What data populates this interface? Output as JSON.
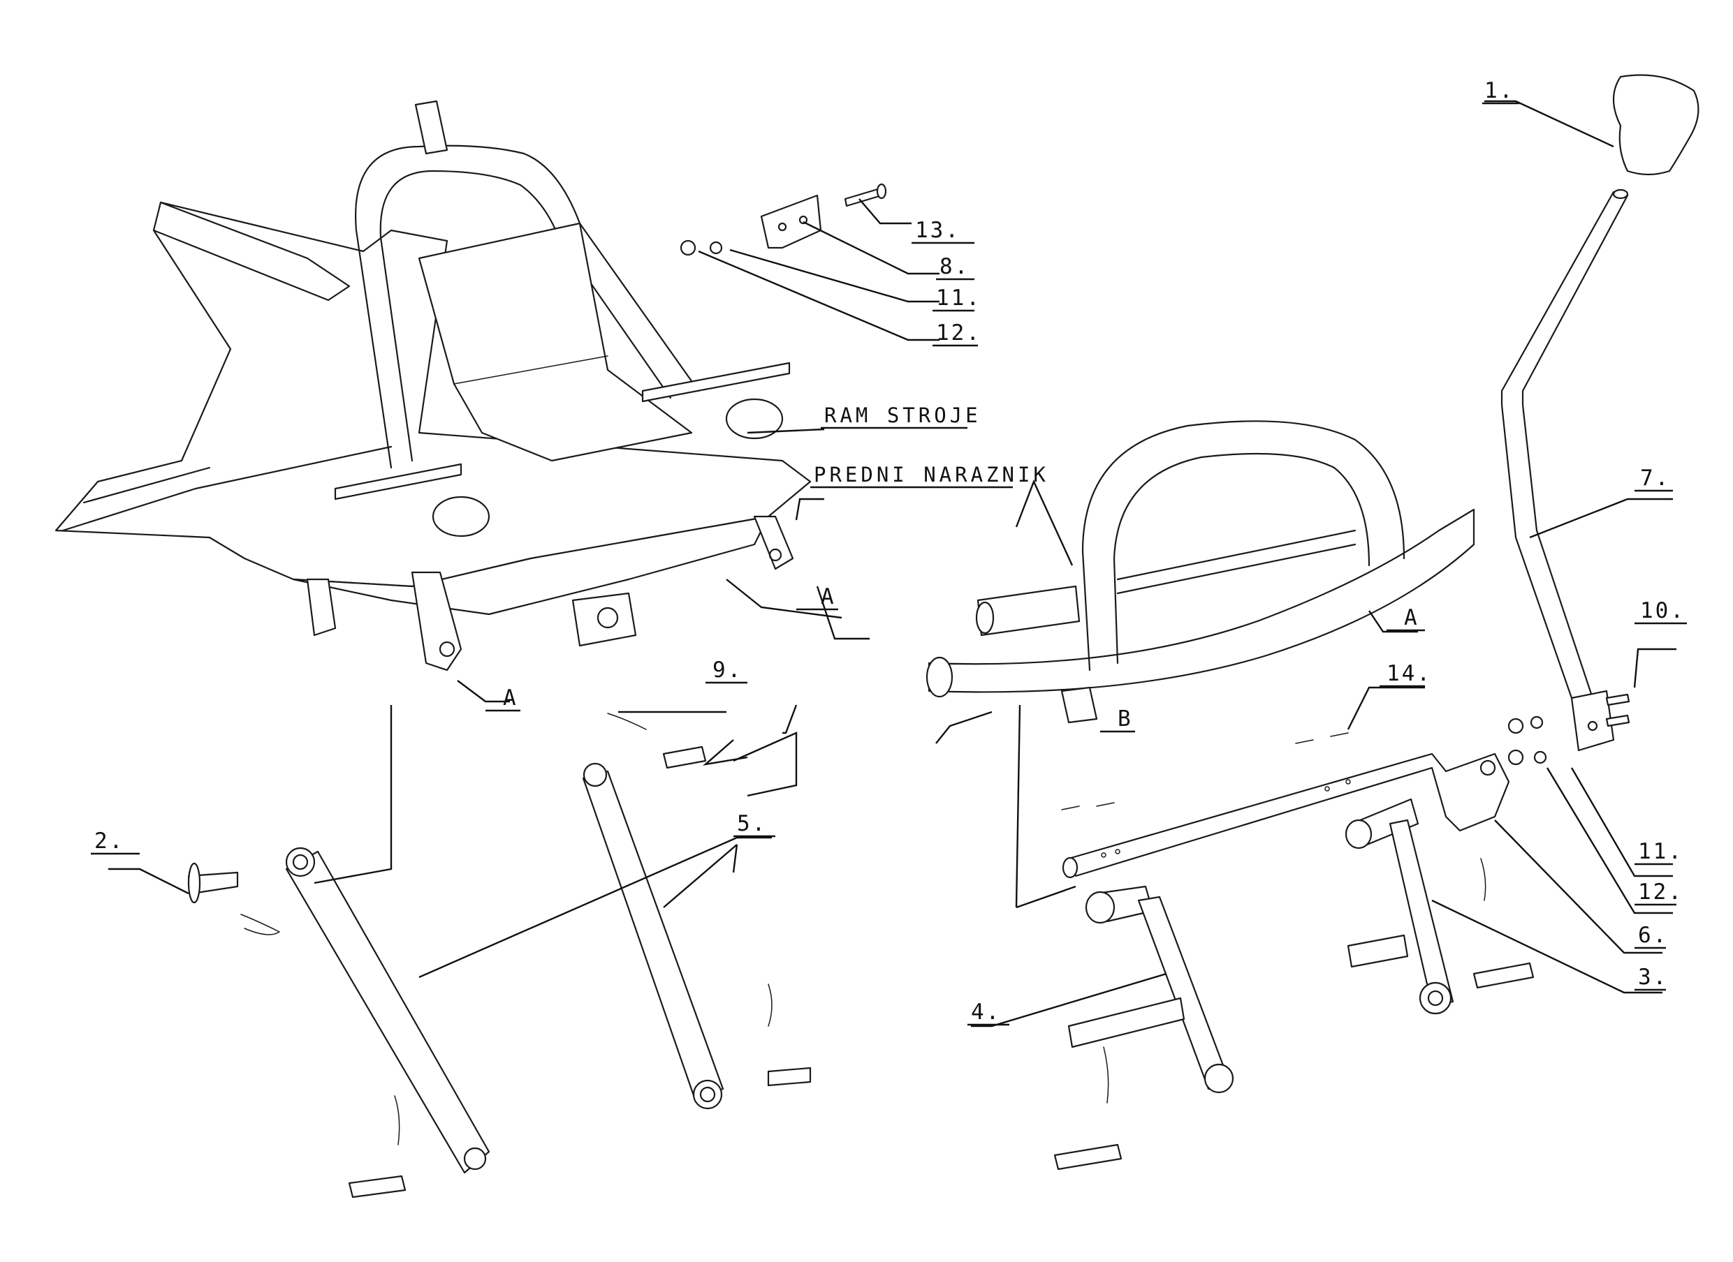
{
  "labels": {
    "p1": "1.",
    "p2": "2.",
    "p3": "3.",
    "p4": "4.",
    "p5": "5.",
    "p6": "6.",
    "p7": "7.",
    "p8": "8.",
    "p9": "9.",
    "p10": "10.",
    "p11_top": "11.",
    "p11_right": "11.",
    "p12_top": "12.",
    "p12_right": "12.",
    "p13": "13.",
    "p14": "14.",
    "ram_stroje": "RAM STROJE",
    "predni_naraznik": "PREDNI NARAZNIK",
    "ref_a_left": "A",
    "ref_a_frame_right": "A",
    "ref_a_bumper": "A",
    "ref_b_bumper": "B"
  }
}
